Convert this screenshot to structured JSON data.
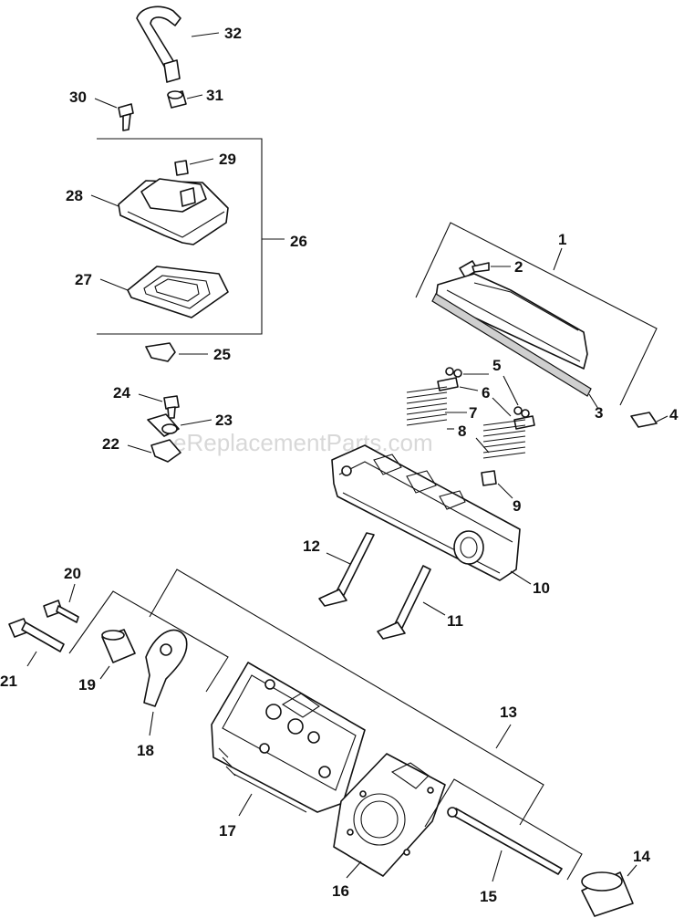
{
  "watermark": "eReplacementParts.com",
  "labels": {
    "p1": "1",
    "p2": "2",
    "p3": "3",
    "p4": "4",
    "p5": "5",
    "p6": "6",
    "p7": "7",
    "p8": "8",
    "p9": "9",
    "p10": "10",
    "p11": "11",
    "p12": "12",
    "p13": "13",
    "p14": "14",
    "p15": "15",
    "p16": "16",
    "p17": "17",
    "p18": "18",
    "p19": "19",
    "p20": "20",
    "p21": "21",
    "p22": "22",
    "p23": "23",
    "p24": "24",
    "p25": "25",
    "p26": "26",
    "p27": "27",
    "p28": "28",
    "p29": "29",
    "p30": "30",
    "p31": "31",
    "p32": "32"
  }
}
